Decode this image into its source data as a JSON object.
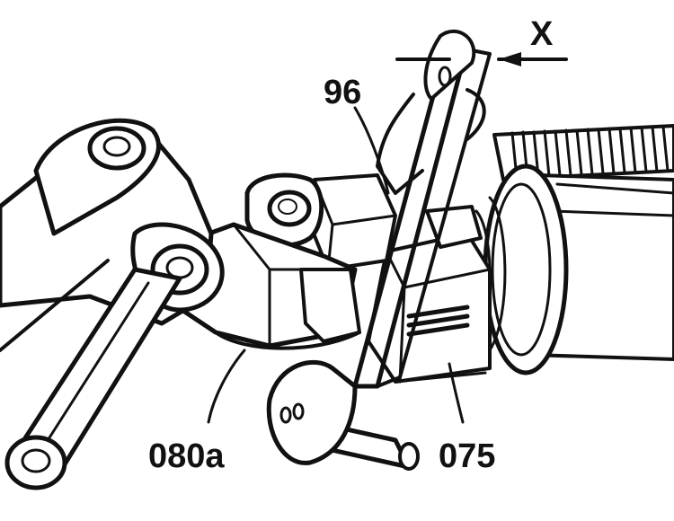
{
  "labels": {
    "x": "X",
    "part_96": "96",
    "part_080a": "080a",
    "part_075": "075"
  },
  "colors": {
    "ink": "#111111",
    "paper": "#ffffff"
  }
}
